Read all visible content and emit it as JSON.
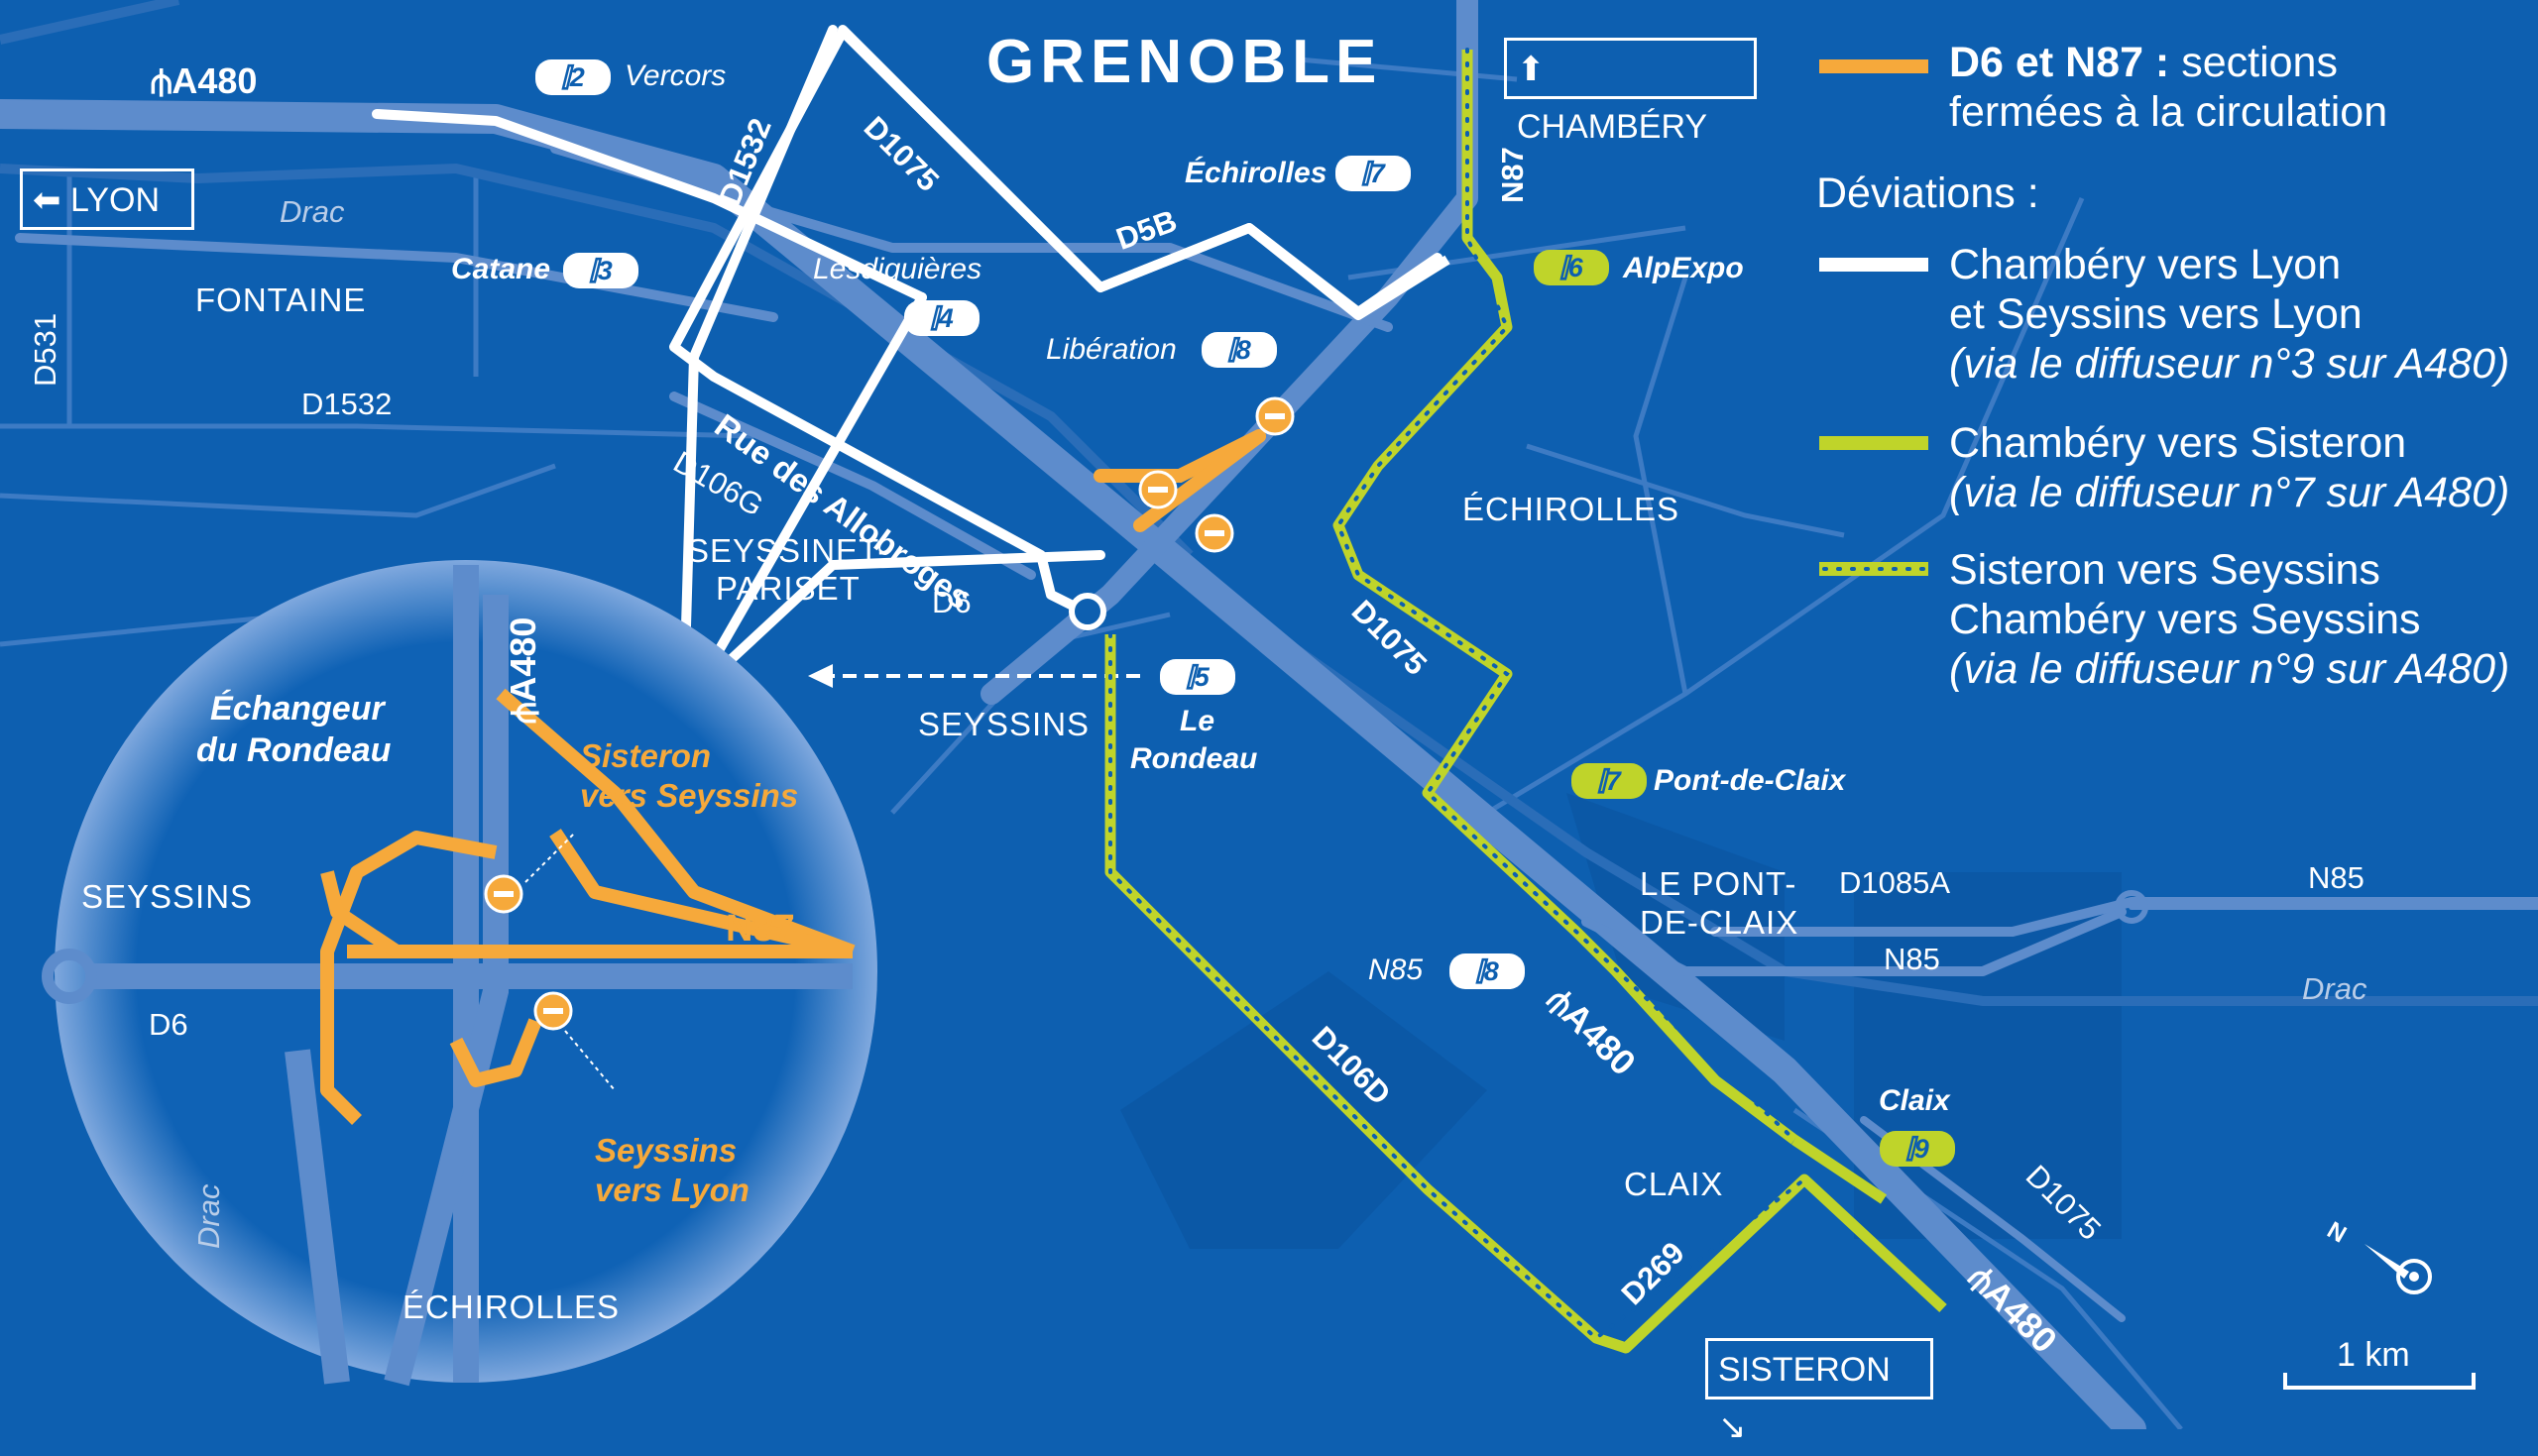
{
  "title": "GRENOBLE",
  "signs": {
    "chambery": "CHAMBÉRY",
    "lyon": "LYON",
    "sisteron": "SISTERON"
  },
  "legend": {
    "closed_bold": "D6 et N87 :",
    "closed_rest": "sections",
    "closed_line2": "fermées à la circulation",
    "deviations": "Déviations :",
    "white_1": "Chambéry vers Lyon",
    "white_2": "et Seyssins vers Lyon",
    "white_3": "(via le diffuseur n°3 sur A480)",
    "green_1": "Chambéry vers Sisteron",
    "green_2": "(via le diffuseur n°7 sur A480)",
    "dotted_1": "Sisteron vers Seyssins",
    "dotted_2": "Chambéry vers Seyssins",
    "dotted_3": "(via le diffuseur n°9 sur A480)"
  },
  "colors": {
    "background": "#0d5fb0",
    "road": "#5d8ccc",
    "closed": "#f6a93b",
    "detour_white": "#ffffff",
    "detour_green": "#bfd42a"
  },
  "places": {
    "fontaine": "FONTAINE",
    "echirolles": "ÉCHIROLLES",
    "seyssinet1": "SEYSSINET-",
    "seyssinet2": "PARISET",
    "seyssins": "SEYSSINS",
    "pontdeclaix1": "LE PONT-",
    "pontdeclaix2": "DE-CLAIX",
    "claix": "CLAIX"
  },
  "roads": {
    "a480_top": "A480",
    "a480_mid": "A480",
    "a480_bottom": "A480",
    "d531": "D531",
    "d1532_left": "D1532",
    "d1532_top": "D1532",
    "d1075_top": "D1075",
    "d1075_mid": "D1075",
    "d1075_right": "D1075",
    "d5b": "D5B",
    "n87": "N87",
    "d106g": "D106G",
    "d6": "D6",
    "rue_allobroges": "Rue des Allobroges",
    "d106d": "D106D",
    "d269": "D269",
    "d1085a": "D1085A",
    "n85_a": "N85",
    "n85_b": "N85",
    "n85_c": "N85",
    "drac_left": "Drac",
    "drac_right": "Drac"
  },
  "exits": [
    {
      "num": "2",
      "name": "Vercors"
    },
    {
      "num": "3",
      "name": "Catane"
    },
    {
      "num": "4",
      "name": "Lesdiguières"
    },
    {
      "num": "5",
      "name": "Le",
      "name2": "Rondeau"
    },
    {
      "num": "6",
      "name": "AlpExpo"
    },
    {
      "num": "7",
      "name": "Échirolles"
    },
    {
      "num": "8",
      "name": "Libération"
    },
    {
      "num": "7",
      "name": "Pont-de-Claix"
    },
    {
      "num": "8",
      "name": "N85"
    },
    {
      "num": "9",
      "name": "Claix"
    }
  ],
  "inset": {
    "title1": "Échangeur",
    "title2": "du Rondeau",
    "a480": "A480",
    "seyssins": "SEYSSINS",
    "echirolles": "ÉCHIROLLES",
    "d6": "D6",
    "n87": "N87",
    "drac": "Drac",
    "sisteron1": "Sisteron",
    "sisteron2": "vers Seyssins",
    "seyssins1": "Seyssins",
    "seyssins2": "vers Lyon"
  },
  "scale": "1 km",
  "compass": "N"
}
